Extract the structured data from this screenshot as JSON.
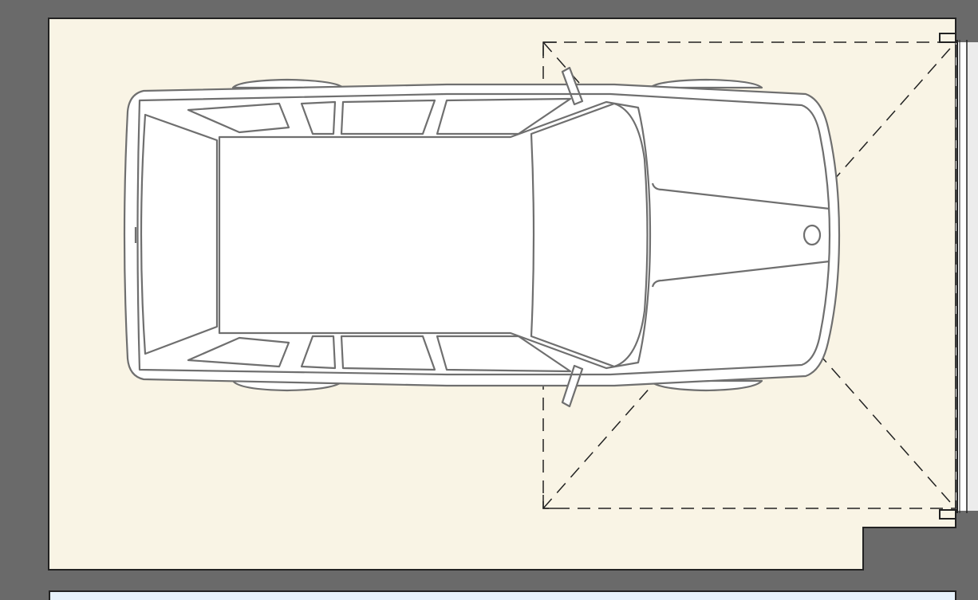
{
  "diagram": {
    "kind": "garage-floor-plan",
    "elements": [
      "wall",
      "garage-floor",
      "adjacent-room",
      "car-top-view",
      "garage-door-swing",
      "door-jamb"
    ],
    "colors": {
      "wall": "#6a6a6a",
      "garage_floor": "#f9f4e5",
      "adjacent_room": "#e7f2fb",
      "door_strip": "#eeeeee",
      "car_fill": "#ffffff",
      "car_outline": "#6f6f6f",
      "line": "#222222"
    }
  }
}
